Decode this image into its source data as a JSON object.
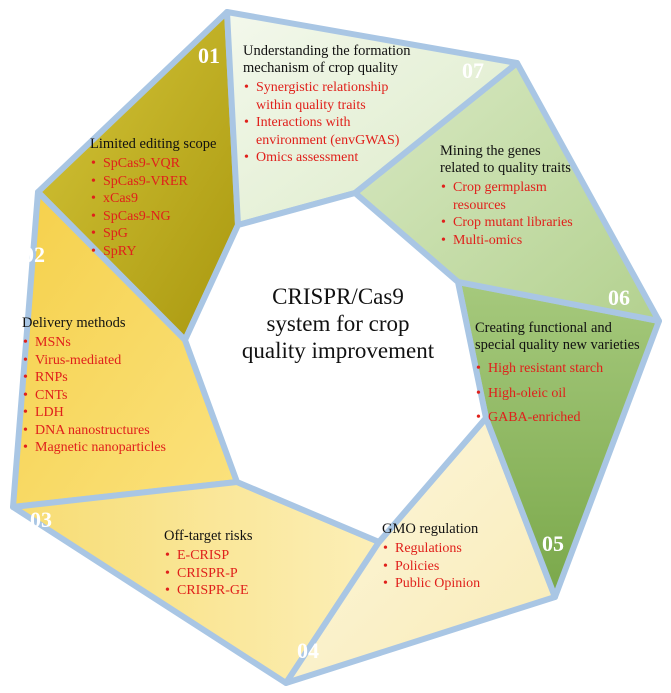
{
  "center_text": [
    "CRISPR/Cas9",
    "system for crop",
    "quality improvement"
  ],
  "segments": [
    {
      "number": "01",
      "heading": [
        "Limited editing scope"
      ],
      "items": [
        "SpCas9-VQR",
        "SpCas9-VRER",
        "xCas9",
        "SpCas9-NG",
        "SpG",
        "SpRY"
      ],
      "fill": "#c4b41c"
    },
    {
      "number": "02",
      "heading": [
        "Delivery methods"
      ],
      "items": [
        "MSNs",
        "Virus-mediated",
        "RNPs",
        "CNTs",
        "LDH",
        "DNA nanostructures",
        "Magnetic nanoparticles"
      ],
      "fill": "#f7d65a"
    },
    {
      "number": "03",
      "heading": [
        "Off-target risks"
      ],
      "items": [
        "E-CRISP",
        "CRISPR-P",
        "CRISPR-GE"
      ],
      "fill": "#fbe694"
    },
    {
      "number": "04",
      "heading": [
        "GMO regulation"
      ],
      "items": [
        "Regulations",
        "Policies",
        "Public Opinion"
      ],
      "fill": "#fcf2cc"
    },
    {
      "number": "05",
      "heading": [
        "Creating functional and",
        "special quality new varieties"
      ],
      "items": [
        "High resistant starch",
        "High-oleic oil",
        "GABA-enriched"
      ],
      "fill": "#92bc63"
    },
    {
      "number": "06",
      "heading": [
        "Mining the genes",
        "related to quality traits"
      ],
      "items": [
        "Crop germplasm resources",
        "Crop mutant libraries",
        "Multi-omics"
      ],
      "fill": "#c5dda8"
    },
    {
      "number": "07",
      "heading": [
        "Understanding the formation",
        "mechanism of crop quality"
      ],
      "items": [
        "Synergistic relationship within quality traits",
        "Interactions with environment (envGWAS)",
        "Omics assessment"
      ],
      "fill": "#e8f1dc"
    }
  ],
  "colors": {
    "border": "#a9c6e4",
    "item_text": "#e0201b",
    "heading_text": "#111111",
    "number_text": "#ffffff"
  }
}
